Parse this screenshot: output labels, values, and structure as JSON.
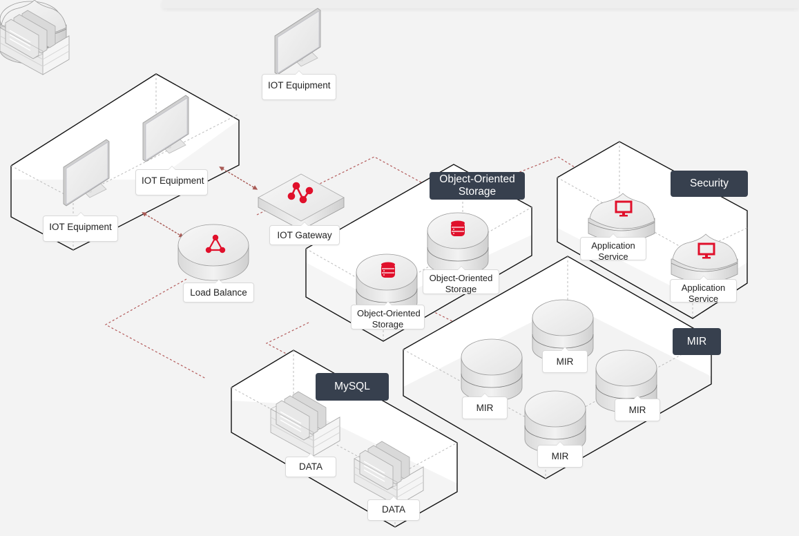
{
  "diagram": {
    "colors": {
      "background": "#f3f3f3",
      "group_tag_bg": "#37404e",
      "group_tag_text": "#ffffff",
      "accent_red": "#e0102b",
      "connector_red": "#b35a5a",
      "arrow_red": "#a85a55",
      "outline": "#111111"
    },
    "groups": [
      {
        "id": "iot-group",
        "title": ""
      },
      {
        "id": "object-storage-group",
        "title": "Object-Oriented Storage"
      },
      {
        "id": "security-group",
        "title": "Security"
      },
      {
        "id": "mir-group",
        "title": "MIR"
      },
      {
        "id": "mysql-group",
        "title": "MySQL"
      }
    ],
    "nodes": [
      {
        "id": "iot-equipment-top",
        "label": "IOT Equipment",
        "icon": "monitor-icon"
      },
      {
        "id": "iot-equipment-back",
        "label": "IOT Equipment",
        "icon": "monitor-icon"
      },
      {
        "id": "iot-equipment-front",
        "label": "IOT Equipment",
        "icon": "monitor-icon"
      },
      {
        "id": "iot-gateway",
        "label": "IOT Gateway",
        "icon": "network-path-icon"
      },
      {
        "id": "load-balance",
        "label": "Load Balance",
        "icon": "load-balance-icon"
      },
      {
        "id": "object-storage-1",
        "label": "Object-Oriented Storage",
        "icon": "database-icon"
      },
      {
        "id": "object-storage-2",
        "label": "Object-Oriented Storage",
        "icon": "database-icon"
      },
      {
        "id": "app-service-1",
        "label": "Application Service",
        "icon": "desktop-icon"
      },
      {
        "id": "app-service-2",
        "label": "Application Service",
        "icon": "desktop-icon"
      },
      {
        "id": "mir-1",
        "label": "MIR",
        "icon": "cylinder-icon"
      },
      {
        "id": "mir-2",
        "label": "MIR",
        "icon": "cylinder-icon"
      },
      {
        "id": "mir-3",
        "label": "MIR",
        "icon": "cylinder-icon"
      },
      {
        "id": "mir-4",
        "label": "MIR",
        "icon": "cylinder-icon"
      },
      {
        "id": "data-1",
        "label": "DATA",
        "icon": "file-server-icon"
      },
      {
        "id": "data-2",
        "label": "DATA",
        "icon": "file-server-icon"
      }
    ],
    "labels": {
      "iot_top": "IOT Equipment",
      "iot_back": "IOT Equipment",
      "iot_front": "IOT Equipment",
      "gateway": "IOT Gateway",
      "load_balance": "Load Balance",
      "oos_a_line1": "Object-Oriented",
      "oos_a_line2": "Storage",
      "oos_b_line1": "Object-Oriented",
      "oos_b_line2": "Storage",
      "app_a_line1": "Application",
      "app_a_line2": "Service",
      "app_b_line1": "Application",
      "app_b_line2": "Service",
      "mir_a": "MIR",
      "mir_b": "MIR",
      "mir_c": "MIR",
      "mir_d": "MIR",
      "data_a": "DATA",
      "data_b": "DATA"
    },
    "tags": {
      "object_storage_line1": "Object-Oriented",
      "object_storage_line2": "Storage",
      "security": "Security",
      "mir": "MIR",
      "mysql": "MySQL"
    },
    "edges": [
      {
        "from": "iot-group",
        "to": "iot-gateway",
        "style": "dashed-bidirectional-arrow"
      },
      {
        "from": "iot-group",
        "to": "load-balance",
        "style": "dashed-bidirectional-arrow"
      },
      {
        "from": "iot-gateway",
        "to": "object-storage-group",
        "style": "dotted-red"
      },
      {
        "from": "load-balance",
        "to": "mysql-group",
        "style": "dotted-red"
      },
      {
        "from": "object-storage-group",
        "to": "security-group",
        "style": "dotted-red"
      },
      {
        "from": "object-storage-group",
        "to": "mir-group",
        "style": "dotted-red"
      }
    ]
  }
}
